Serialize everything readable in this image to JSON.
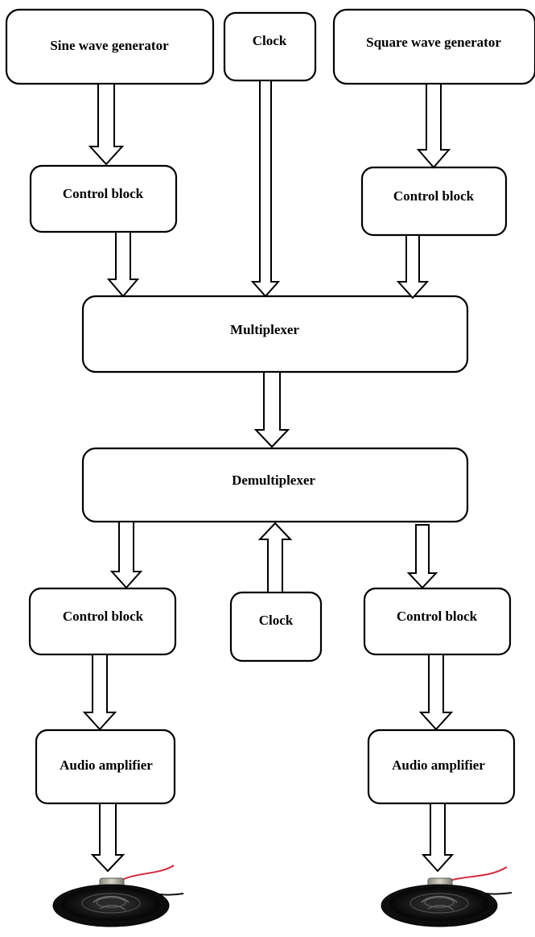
{
  "blocks": {
    "sine_wave_generator": "Sine wave generator",
    "clock_top": "Clock",
    "square_wave_generator": "Square wave generator",
    "control_block_tx_left": "Control block",
    "control_block_tx_right": "Control block",
    "multiplexer": "Multiplexer",
    "demultiplexer": "Demultiplexer",
    "control_block_rx_left": "Control block",
    "clock_bottom": "Clock",
    "control_block_rx_right": "Control block",
    "audio_amplifier_left": "Audio amplifier",
    "audio_amplifier_right": "Audio amplifier"
  },
  "icons": {
    "speaker_left": "speaker-icon",
    "speaker_right": "speaker-icon"
  },
  "colors": {
    "stroke": "#000000",
    "fill": "#ffffff",
    "speaker_wire_red": "#d6293a"
  }
}
